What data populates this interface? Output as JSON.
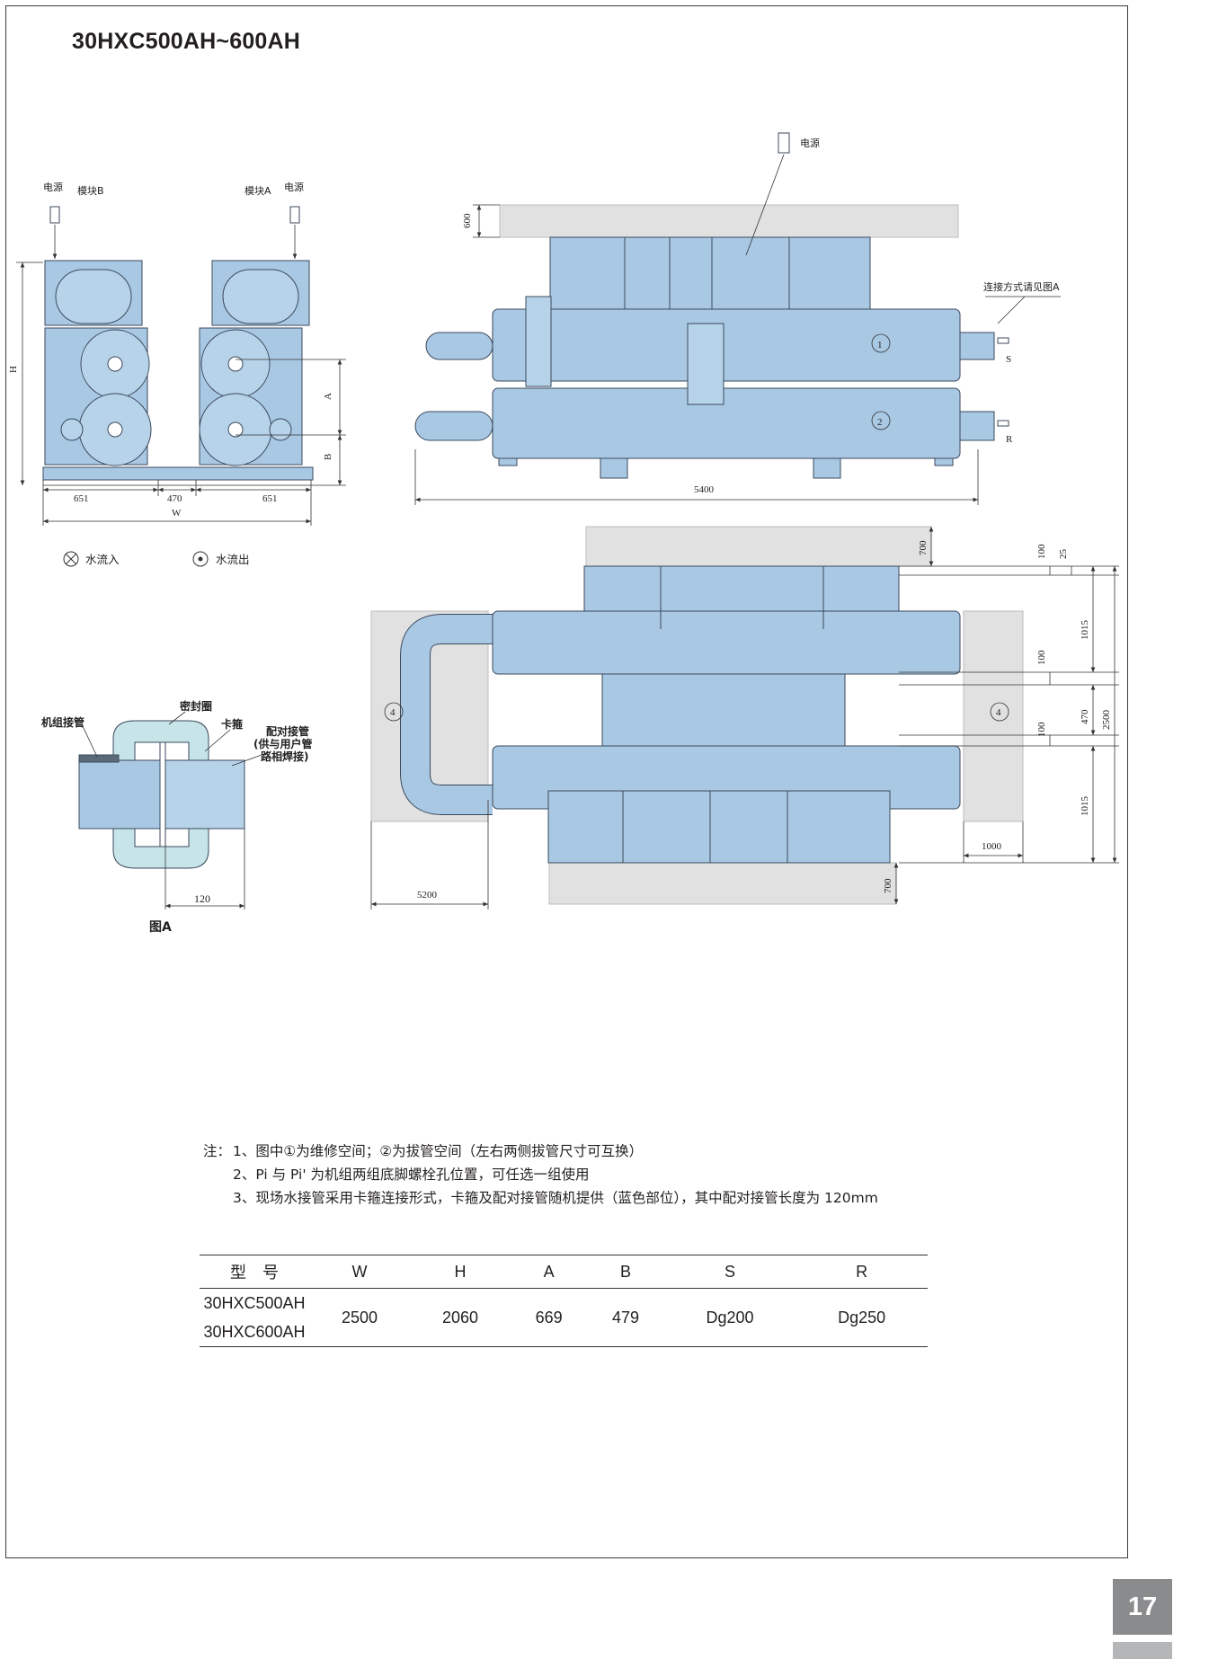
{
  "title": "30HXC500AH~600AH",
  "side_view": {
    "power_left": "电源",
    "module_b": "模块B",
    "module_a": "模块A",
    "power_right": "电源",
    "dim_h": "H",
    "dim_a": "A",
    "dim_b": "B",
    "dim_651_left": "651",
    "dim_470": "470",
    "dim_651_right": "651",
    "dim_w": "W"
  },
  "legend": {
    "water_in": "水流入",
    "water_out": "水流出"
  },
  "front_view": {
    "power": "电源",
    "connection_note": "连接方式请见图A",
    "dim_600": "600",
    "circle_1": "1",
    "circle_2": "2",
    "label_s": "S",
    "label_r": "R",
    "dim_5400": "5400"
  },
  "top_view": {
    "dim_700_top": "700",
    "dim_100_a": "100",
    "dim_25": "25",
    "dim_1015_a": "1015",
    "dim_100_b": "100",
    "dim_470": "470",
    "dim_2500": "2500",
    "dim_100_c": "100",
    "dim_1015_b": "1015",
    "dim_1000": "1000",
    "dim_700_bottom": "700",
    "dim_5200": "5200",
    "circle_4_left": "4",
    "circle_4_right": "4"
  },
  "detail_a": {
    "unit_pipe": "机组接管",
    "seal_ring": "密封圈",
    "clamp": "卡箍",
    "mating_pipe_1": "配对接管",
    "mating_pipe_2": "(供与用户管",
    "mating_pipe_3": "路相焊接)",
    "dim_120": "120",
    "caption": "图A"
  },
  "notes": {
    "prefix": "注：",
    "line1": "1、图中①为维修空间；②为拔管空间（左右两侧拔管尺寸可互换）",
    "line2": "2、Pi 与 Pi' 为机组两组底脚螺栓孔位置，可任选一组使用",
    "line3": "3、现场水接管采用卡箍连接形式，卡箍及配对接管随机提供（蓝色部位），其中配对接管长度为 120mm"
  },
  "spec_table": {
    "headers": [
      "型　号",
      "W",
      "H",
      "A",
      "B",
      "S",
      "R"
    ],
    "models": [
      "30HXC500AH",
      "30HXC600AH"
    ],
    "values": [
      "2500",
      "2060",
      "669",
      "479",
      "Dg200",
      "Dg250"
    ]
  },
  "page_number": "17",
  "colors": {
    "machine_blue": "#a9c8e4",
    "machine_stroke": "#3b4a5c",
    "clearance_gray": "#e1e1e1",
    "page_tab_gray": "#8a8b8d"
  }
}
